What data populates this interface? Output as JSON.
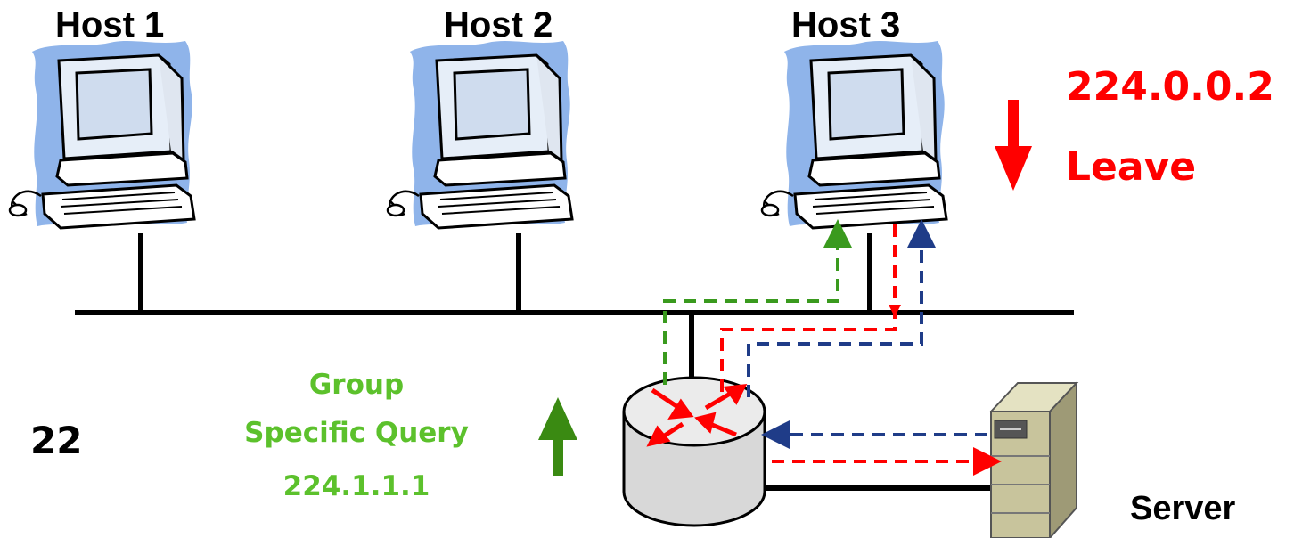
{
  "hosts": [
    {
      "label": "Host  1"
    },
    {
      "label": "Host  2"
    },
    {
      "label": "Host  3"
    }
  ],
  "leave": {
    "group_address": "224.0.0.2",
    "message": "Leave",
    "color": "#ff0000"
  },
  "query": {
    "line1": "Group",
    "line2": "Specific Query",
    "group_address": "224.1.1.1",
    "color": "#5cc12c"
  },
  "slide_number": "22",
  "server": {
    "label": "Server"
  },
  "icons": [
    "computer-icon",
    "router-icon",
    "server-icon",
    "arrow-down-icon",
    "arrow-up-icon"
  ],
  "colors": {
    "host_bg": "#8fb4ea",
    "path_green": "#3a9a1e",
    "path_red": "#ff0000",
    "path_blue": "#1f3c88",
    "bus": "#000000",
    "server_body": "#c8c49c"
  }
}
